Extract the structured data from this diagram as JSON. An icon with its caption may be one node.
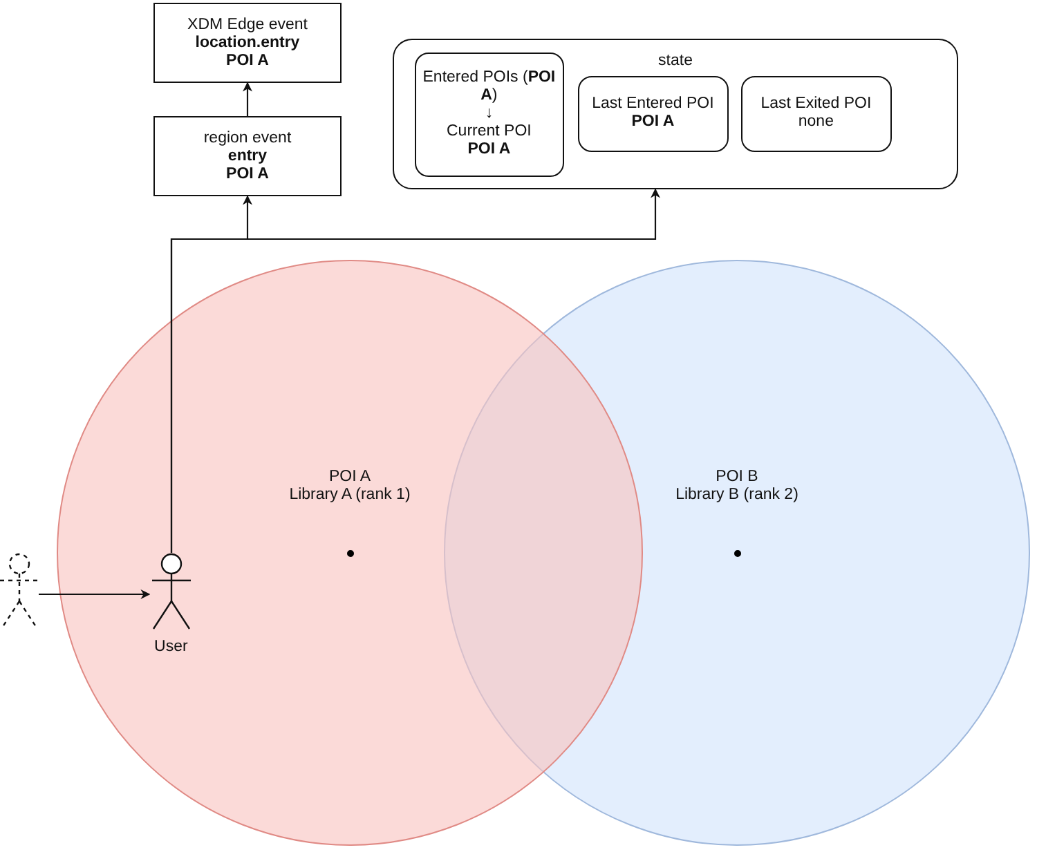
{
  "diagram": {
    "nodes": [
      {
        "text": [
          "XDM Edge event",
          "location.entry",
          "POI A"
        ]
      },
      {
        "text": [
          "region event",
          "entry",
          "POI A"
        ]
      },
      {
        "text": [
          "state"
        ]
      },
      {
        "text": [
          "Entered POIs (**POI A**)",
          "↓",
          "Current POI",
          "POI A"
        ],
        "in": 2
      },
      {
        "text": [
          "Last Entered POI",
          "POI A"
        ],
        "in": 2
      },
      {
        "text": [
          "Last Exited POI",
          "none"
        ],
        "in": 2
      },
      {
        "text": [
          "POI A",
          "Library A (rank 1)"
        ]
      },
      {
        "text": [
          "POI B",
          "Library B (rank 2)"
        ]
      },
      {
        "text": [],
        "shape": "person"
      },
      {
        "text": [
          "User"
        ],
        "in": 6
      }
    ],
    "edges": [
      {
        "from": 8,
        "to": 9,
        "arrow": "to"
      },
      {
        "from": 9,
        "to": 1,
        "arrow": "to"
      },
      {
        "from": 9,
        "to": 2,
        "arrow": "to"
      },
      {
        "from": 1,
        "to": 0,
        "arrow": "to"
      }
    ]
  }
}
